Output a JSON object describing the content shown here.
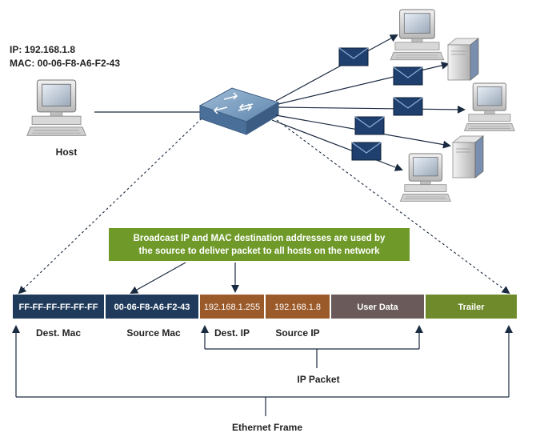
{
  "host": {
    "ip_line": "IP: 192.168.1.8",
    "mac_line": "MAC: 00-06-F8-A6-F2-43",
    "label": "Host"
  },
  "callout": {
    "line1": "Broadcast IP and MAC destination addresses are used by",
    "line2": "the source to deliver packet to all hosts on the network",
    "color": "#6f9a2a"
  },
  "frame": {
    "cells": [
      {
        "text": "FF-FF-FF-FF-FF-FF",
        "label": "Dest. Mac",
        "color": "#1f3a5a"
      },
      {
        "text": "00-06-F8-A6-F2-43",
        "label": "Source Mac",
        "color": "#1f3a5a"
      },
      {
        "text": "192.168.1.255",
        "label": "Dest. IP",
        "color": "#9a5a2a"
      },
      {
        "text": "192.168.1.8",
        "label": "Source IP",
        "color": "#9a5a2a"
      },
      {
        "text": "User Data",
        "label": "",
        "color": "#6a5a5a"
      },
      {
        "text": "Trailer",
        "label": "",
        "color": "#6f8a2a"
      }
    ]
  },
  "ip_packet_label": "IP Packet",
  "ethernet_frame_label": "Ethernet Frame"
}
